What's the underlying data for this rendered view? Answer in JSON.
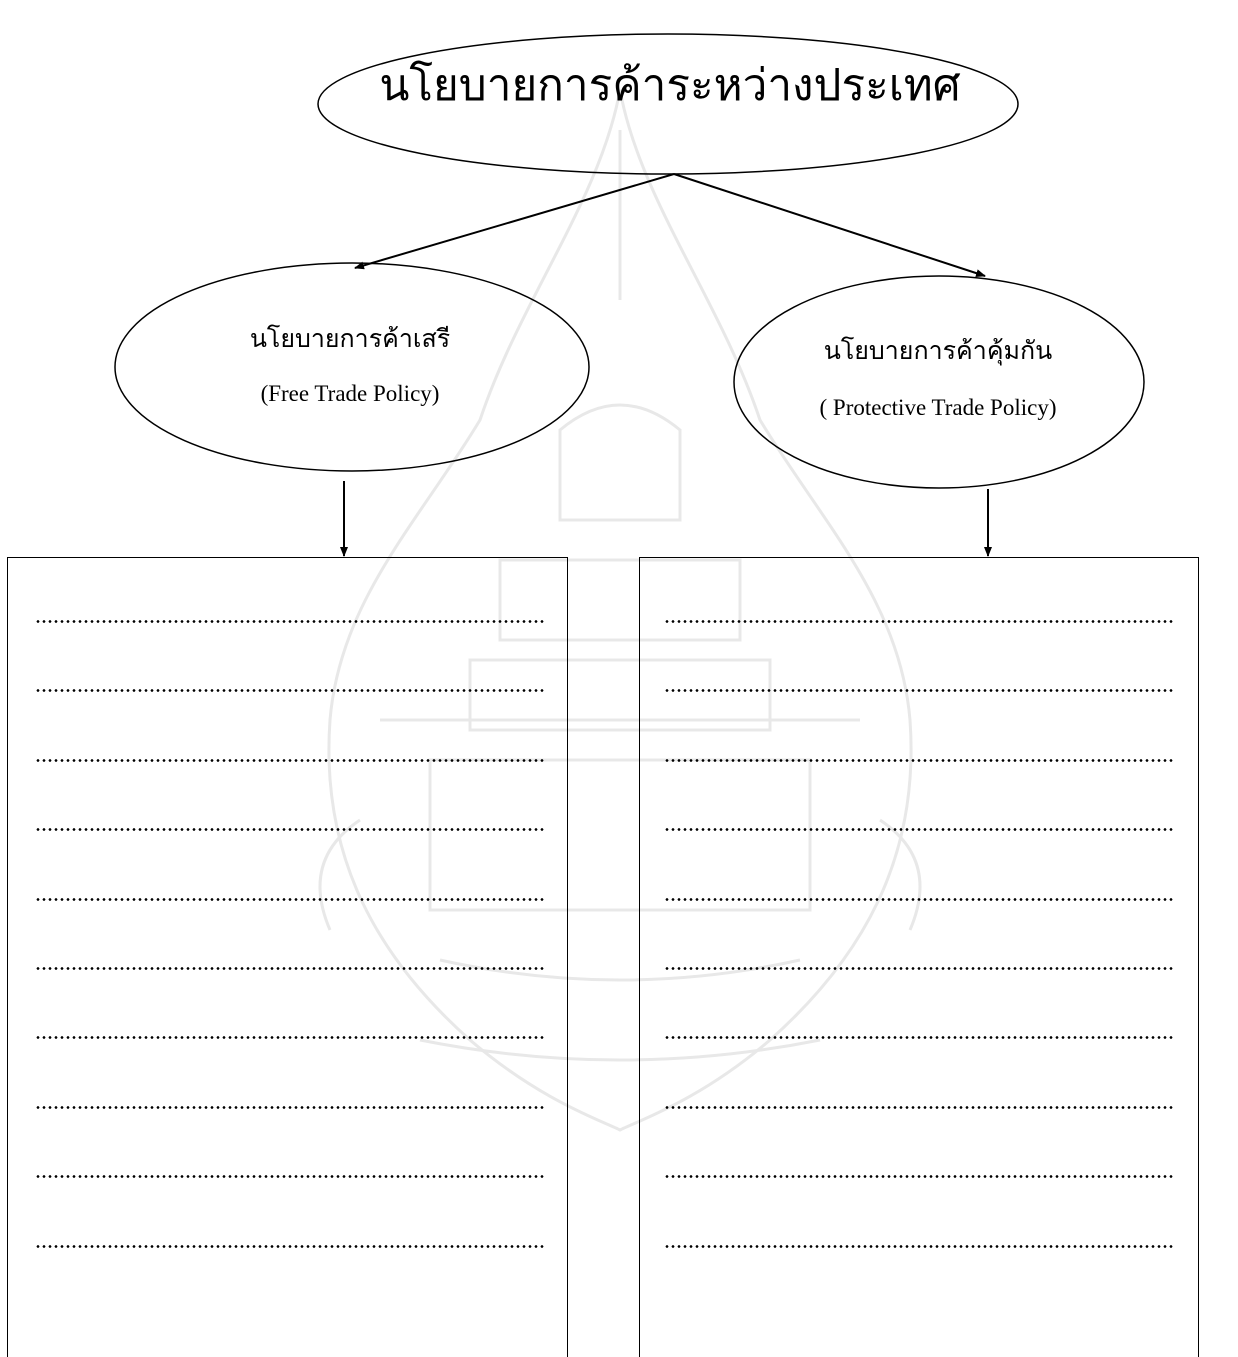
{
  "root": {
    "label": "นโยบายการค้าระหว่างประเทศ"
  },
  "branches": [
    {
      "title": "นโยบายการค้าเสรี",
      "subtitle": "(Free Trade Policy)",
      "answer_lines": 10
    },
    {
      "title": "นโยบายการค้าคุ้มกัน",
      "subtitle": "( Protective Trade Policy)",
      "answer_lines": 10
    }
  ],
  "colors": {
    "stroke": "#000000",
    "background": "#ffffff",
    "watermark": "#e6e6e6"
  }
}
